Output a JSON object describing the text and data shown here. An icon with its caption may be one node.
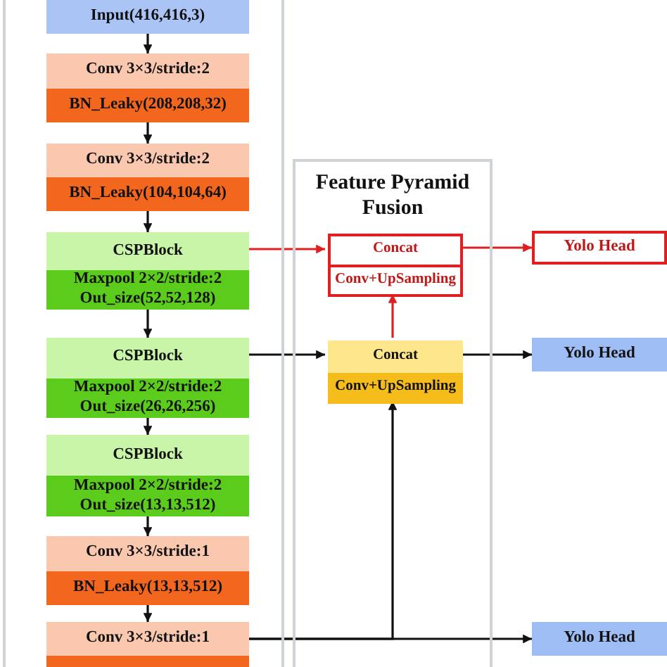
{
  "diagram": {
    "nodes": [
      {
        "text": [
          "Input(416,416,3)"
        ]
      },
      {
        "text": [
          "Conv 3×3/stride:2",
          "BN_Leaky(208,208,32)"
        ]
      },
      {
        "text": [
          "Conv 3×3/stride:2",
          "BN_Leaky(104,104,64)"
        ]
      },
      {
        "text": [
          "CSPBlock",
          "Maxpool 2×2/stride:2 Out_size(52,52,128)"
        ]
      },
      {
        "text": [
          "CSPBlock",
          "Maxpool 2×2/stride:2 Out_size(26,26,256)"
        ]
      },
      {
        "text": [
          "CSPBlock",
          "Maxpool 2×2/stride:2 Out_size(13,13,512)"
        ]
      },
      {
        "text": [
          "Conv 3×3/stride:1",
          "BN_Leaky(13,13,512)"
        ]
      },
      {
        "text": [
          "Conv 3×3/stride:1"
        ]
      },
      {
        "text": [
          "Feature Pyramid Fusion"
        ]
      },
      {
        "text": [
          "Concat",
          "Conv+UpSampling"
        ],
        "in": 8
      },
      {
        "text": [
          "Concat",
          "Conv+UpSampling"
        ],
        "in": 8
      },
      {
        "text": [
          "Yolo Head"
        ]
      },
      {
        "text": [
          "Yolo Head"
        ]
      },
      {
        "text": [
          "Yolo Head"
        ]
      }
    ],
    "edges": [
      {
        "from": 0,
        "to": 1,
        "arrow": "to"
      },
      {
        "from": 1,
        "to": 2,
        "arrow": "to"
      },
      {
        "from": 2,
        "to": 3,
        "arrow": "to"
      },
      {
        "from": 3,
        "to": 4,
        "arrow": "to"
      },
      {
        "from": 4,
        "to": 5,
        "arrow": "to"
      },
      {
        "from": 5,
        "to": 6,
        "arrow": "to"
      },
      {
        "from": 6,
        "to": 7,
        "arrow": "to"
      },
      {
        "from": 3,
        "to": 9,
        "arrow": "to",
        "color": "#e02020"
      },
      {
        "from": 9,
        "to": 11,
        "arrow": "to",
        "color": "#e02020"
      },
      {
        "from": 10,
        "to": 9,
        "arrow": "to",
        "color": "#e02020"
      },
      {
        "from": 4,
        "to": 10,
        "arrow": "to"
      },
      {
        "from": 10,
        "to": 12,
        "arrow": "to"
      },
      {
        "from": 7,
        "to": 10,
        "arrow": "to"
      },
      {
        "from": 7,
        "to": 13,
        "arrow": "to"
      }
    ]
  }
}
